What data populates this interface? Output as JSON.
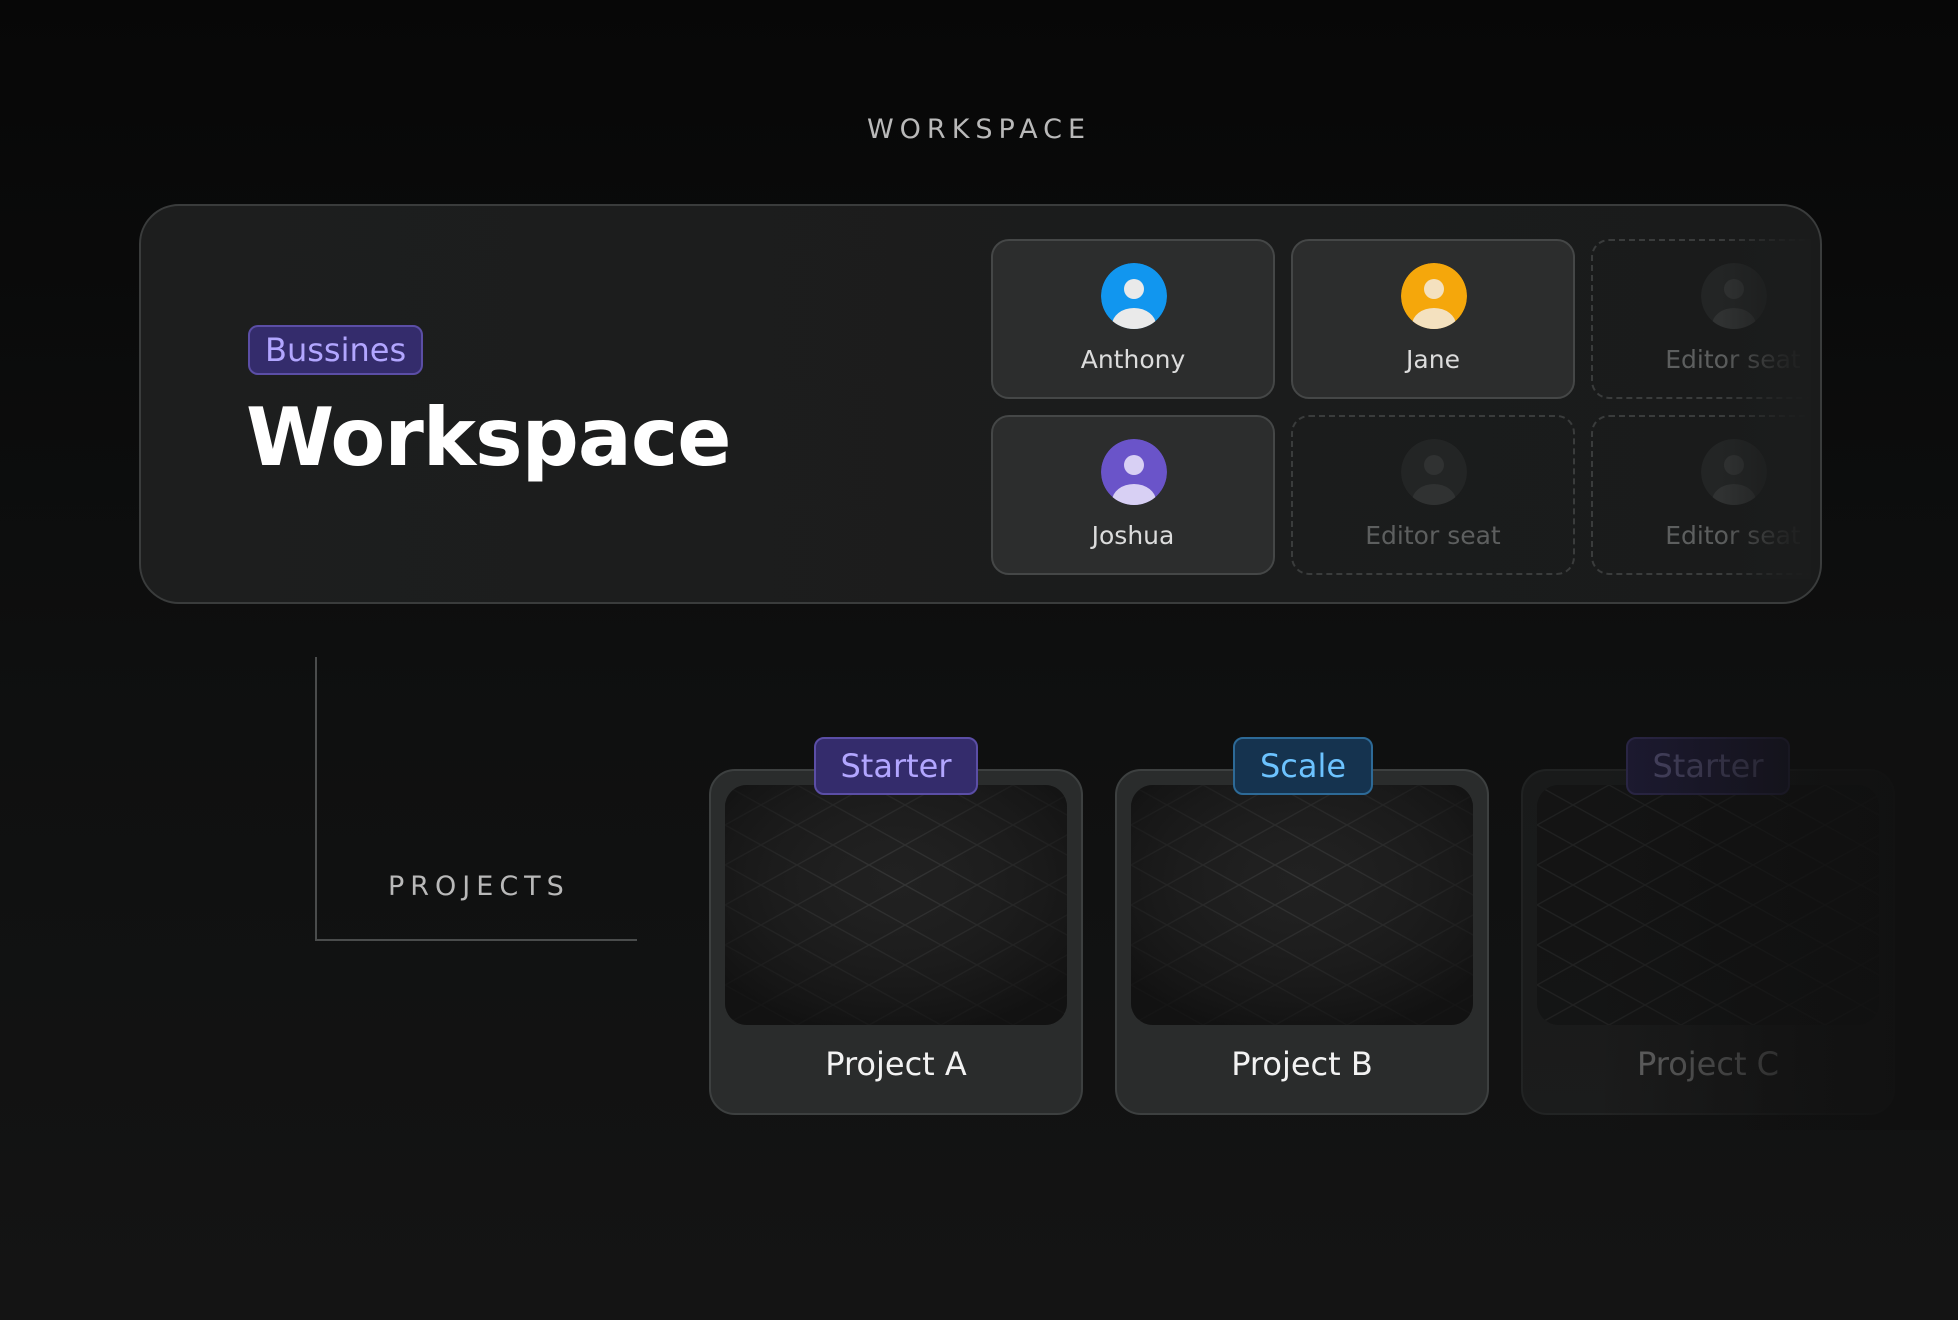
{
  "header": {
    "section_label": "WORKSPACE"
  },
  "workspace": {
    "plan_badge": "Bussines",
    "title": "Workspace",
    "seats": [
      {
        "name": "Anthony",
        "status": "filled",
        "avatar_color": "#1196ef"
      },
      {
        "name": "Jane",
        "status": "filled",
        "avatar_color": "#f5a70b"
      },
      {
        "name": "Editor seat",
        "status": "empty"
      },
      {
        "name": "Joshua",
        "status": "filled",
        "avatar_color": "#6a54c9"
      },
      {
        "name": "Editor seat",
        "status": "empty"
      },
      {
        "name": "Editor seat",
        "status": "empty"
      }
    ]
  },
  "projects": {
    "section_label": "PROJECTS",
    "items": [
      {
        "name": "Project A",
        "tier": "Starter"
      },
      {
        "name": "Project B",
        "tier": "Scale"
      },
      {
        "name": "Project C",
        "tier": "Starter"
      }
    ]
  },
  "colors": {
    "starter_badge": "#b2a6ff",
    "scale_badge": "#6cc3ff",
    "background": "#0d0d0d"
  }
}
